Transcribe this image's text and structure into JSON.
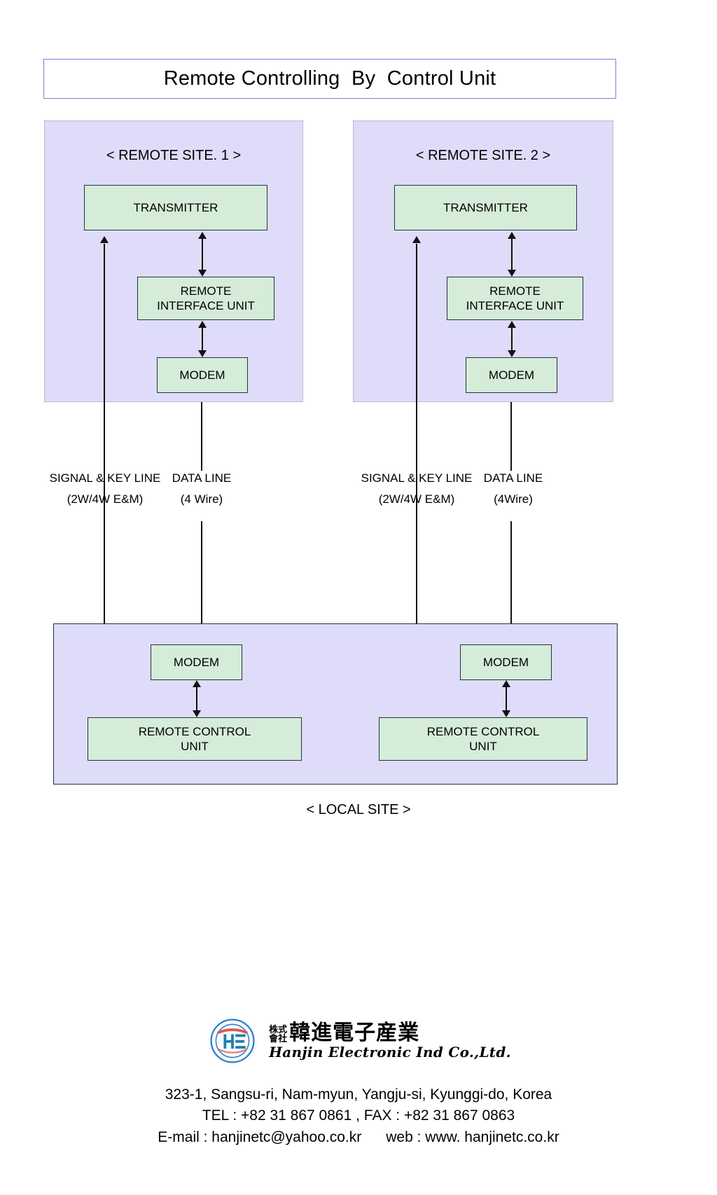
{
  "title": {
    "text": "Remote Controlling  By  Control Unit",
    "border_color": "#7b7fd4"
  },
  "colors": {
    "panel_fill": "#dedcf8",
    "box_fill": "#d5ecd9",
    "box_border": "#22333f",
    "line": "#111111"
  },
  "remote_sites": [
    {
      "caption": "< REMOTE SITE. 1 >",
      "boxes": {
        "transmitter": "TRANSMITTER",
        "interface_unit": "REMOTE\nINTERFACE UNIT",
        "modem": "MODEM"
      },
      "links": {
        "signal_line": "SIGNAL & KEY LINE\n(2W/4W E&M)",
        "data_line": "DATA  LINE\n(4 Wire)"
      }
    },
    {
      "caption": "< REMOTE SITE. 2 >",
      "boxes": {
        "transmitter": "TRANSMITTER",
        "interface_unit": "REMOTE\nINTERFACE UNIT",
        "modem": "MODEM"
      },
      "links": {
        "signal_line": "SIGNAL & KEY LINE\n(2W/4W E&M)",
        "data_line": "DATA LINE\n(4Wire)"
      }
    }
  ],
  "local_site": {
    "caption": "< LOCAL SITE >",
    "channels": [
      {
        "modem": "MODEM",
        "control_unit": "REMOTE CONTROL\nUNIT"
      },
      {
        "modem": "MODEM",
        "control_unit": "REMOTE CONTROL\nUNIT"
      }
    ]
  },
  "footer": {
    "logo": {
      "monogram": "HE",
      "kabushiki_line1": "株式",
      "kabushiki_line2": "會社",
      "company_cjk": "韓進電子産業",
      "company_script": "Hanjin Electronic Ind Co.,Ltd."
    },
    "address": "323-1, Sangsu-ri, Nam-myun, Yangju-si, Kyunggi-do, Korea",
    "phone": "TEL : +82 31 867 0861 , FAX : +82 31 867 0863",
    "email_web": "E-mail : hanjinetc@yahoo.co.kr      web : www. hanjinetc.co.kr"
  }
}
